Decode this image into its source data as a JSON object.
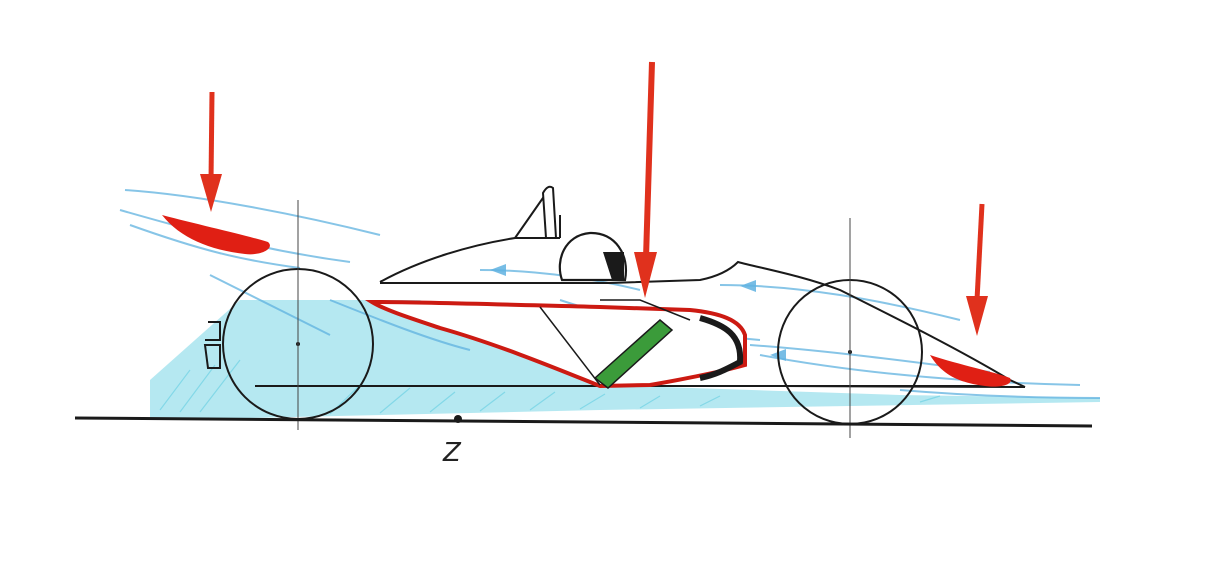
{
  "diagram": {
    "point_label": "Z",
    "force_arrows": [
      "rear-wing-downforce-arrow",
      "body-downforce-arrow",
      "front-wing-downforce-arrow"
    ],
    "colors": {
      "paper": "#ffffff",
      "pencil": "#1a1a1a",
      "downforce_arrow": "#e0311d",
      "wing": "#e01f14",
      "airflow": "#5fb2e0",
      "ground_effect": "#5ccbe0",
      "underbody_outline": "#cc1a12",
      "seat_belt": "#3b9b3a"
    }
  }
}
